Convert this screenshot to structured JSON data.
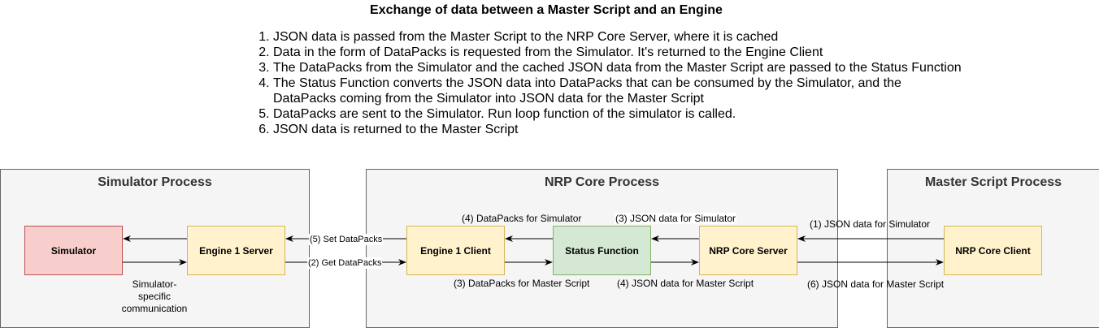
{
  "title": "Exchange of data between a Master Script and an Engine",
  "steps": [
    "JSON data is passed from the Master Script to the NRP Core Server, where it is cached",
    "Data in the form of DataPacks is requested from the Simulator. It's returned to the Engine Client",
    "The DataPacks from the Simulator and the cached JSON data from the Master Script are passed to the Status Function",
    "The Status Function converts the JSON data into DataPacks that can be consumed by the Simulator, and the DataPacks coming from the Simulator into JSON data for the Master Script",
    "DataPacks are sent to the Simulator. Run loop function of the simulator is called.",
    "JSON data is returned to the Master Script"
  ],
  "processes": {
    "simulator": {
      "title": "Simulator Process"
    },
    "nrp_core": {
      "title": "NRP Core Process"
    },
    "master_script": {
      "title": "Master Script Process"
    }
  },
  "nodes": {
    "simulator": "Simulator",
    "engine_server": "Engine 1 Server",
    "engine_client": "Engine 1 Client",
    "status_function": "Status Function",
    "nrp_core_server": "NRP Core Server",
    "nrp_core_client": "NRP Core Client"
  },
  "edge_labels": {
    "set_datapacks": "(5) Set DataPacks",
    "get_datapacks": "(2) Get DataPacks",
    "datapacks_for_simulator": "(4) DataPacks for Simulator",
    "json_for_simulator_3": "(3) JSON data for Simulator",
    "json_for_simulator_1": "(1) JSON data for Simulator",
    "datapacks_for_master": "(3) DataPacks for Master Script",
    "json_for_master_4": "(4) JSON data for Master Script",
    "json_for_master_6": "(6) JSON data for Master Script"
  },
  "notes": {
    "simulator_specific": "Simulator-specific communication"
  },
  "colors": {
    "process_fill": "#f5f5f5",
    "process_border": "#666666",
    "simulator_fill": "#f8cecc",
    "simulator_border": "#b85450",
    "engine_fill": "#fff2cc",
    "engine_border": "#d6b656",
    "status_fill": "#d5e8d4",
    "status_border": "#82b366"
  }
}
